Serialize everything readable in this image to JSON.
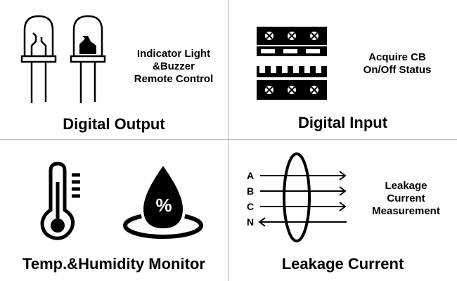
{
  "panels": {
    "digital_output": {
      "title": "Digital Output",
      "description": [
        "Indicator Light",
        "&Buzzer",
        "Remote Control"
      ]
    },
    "digital_input": {
      "title": "Digital Input",
      "description": [
        "Acquire CB",
        "On/Off Status"
      ]
    },
    "temp_humidity": {
      "title": "Temp.&Humidity Monitor",
      "percent_symbol": "%"
    },
    "leakage": {
      "title": "Leakage Current",
      "wire_labels": [
        "A",
        "B",
        "C",
        "N"
      ],
      "description": [
        "Leakage",
        "Current",
        "Measurement"
      ]
    }
  }
}
